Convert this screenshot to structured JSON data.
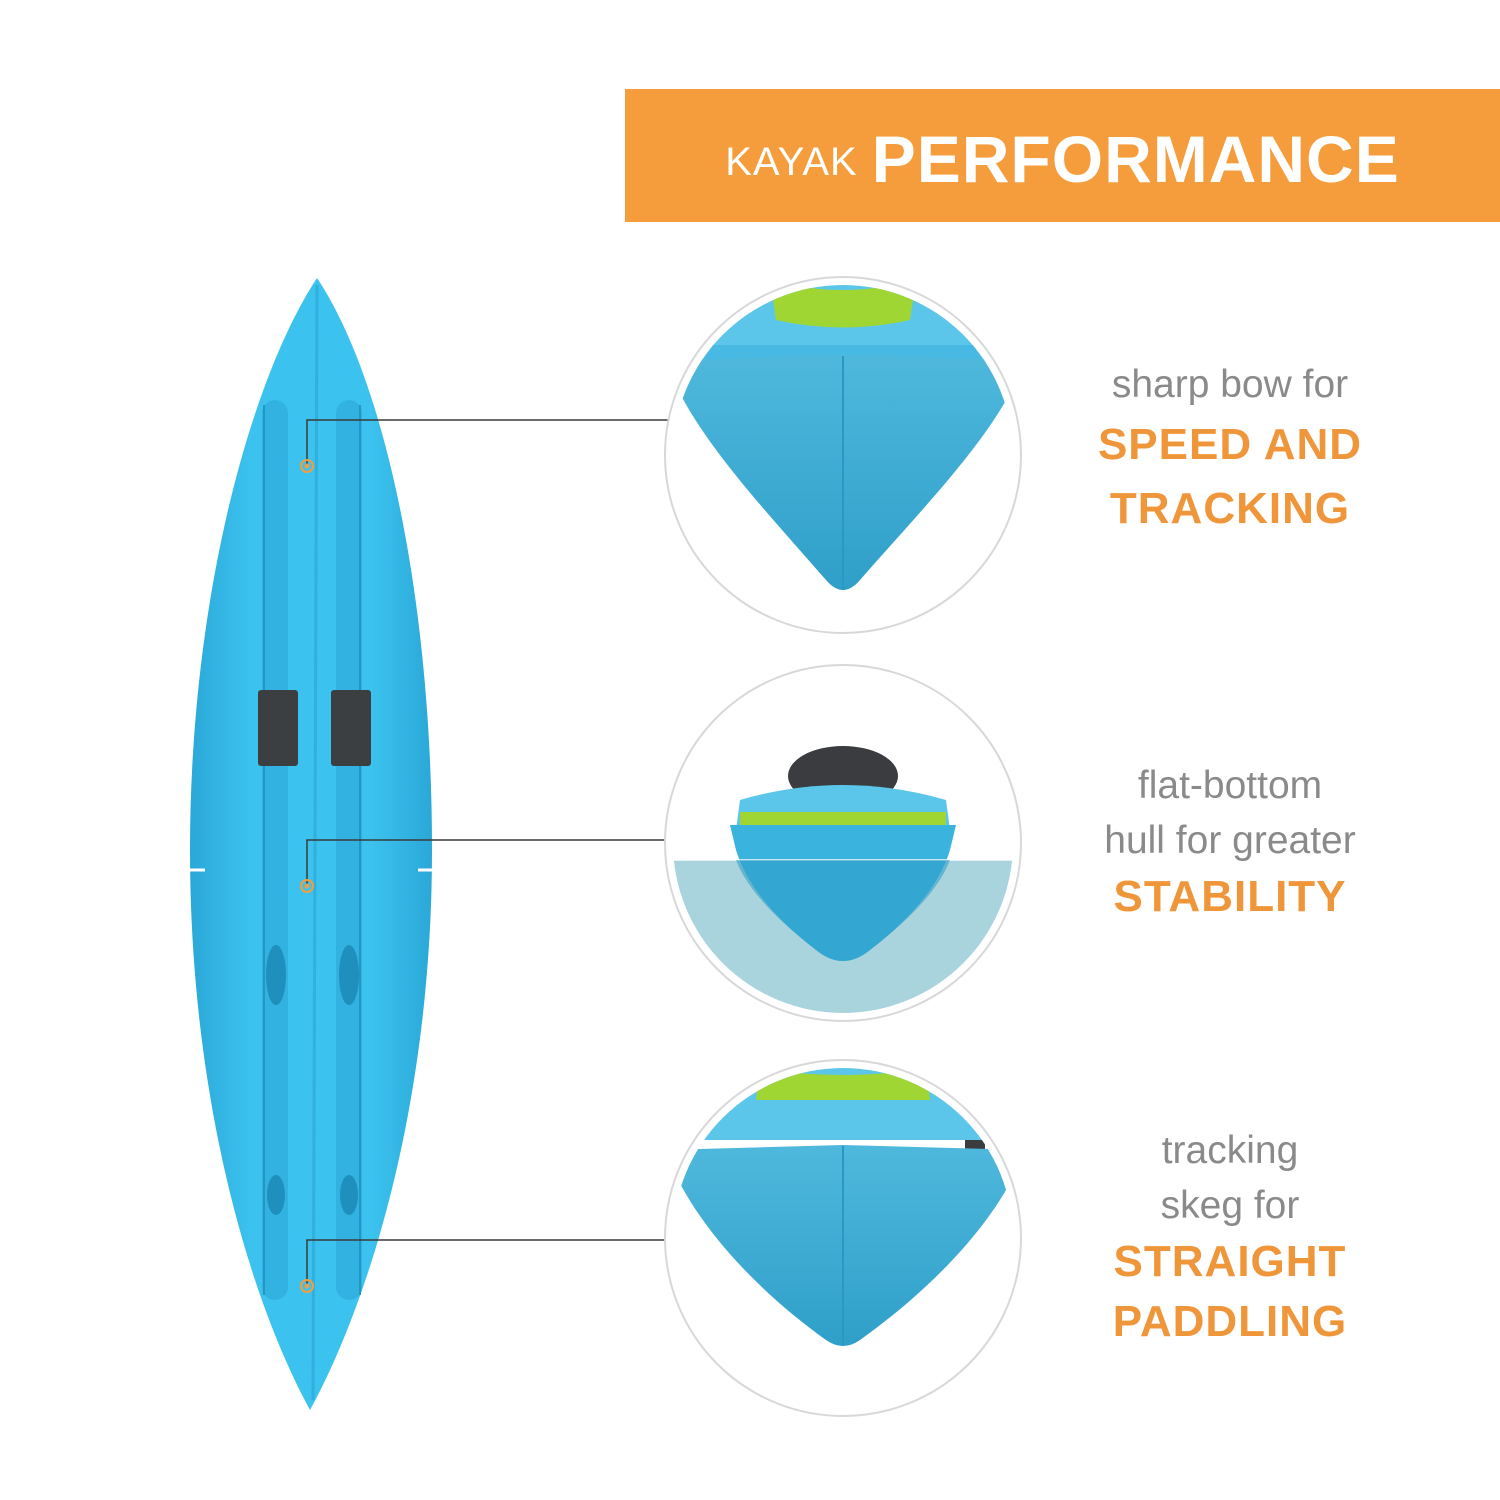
{
  "banner": {
    "small": "KAYAK",
    "big": "PERFORMANCE"
  },
  "features": [
    {
      "light": [
        "sharp bow for"
      ],
      "bold": [
        "SPEED AND",
        "TRACKING"
      ]
    },
    {
      "light": [
        "flat-bottom",
        "hull for greater"
      ],
      "bold": [
        "STABILITY"
      ]
    },
    {
      "light": [
        "tracking",
        "skeg for"
      ],
      "bold": [
        "STRAIGHT",
        "PADDLING"
      ]
    }
  ],
  "colors": {
    "accent": "#f59d3c",
    "kayak": "#3bbde9",
    "muted_text": "#8a8a8a"
  }
}
